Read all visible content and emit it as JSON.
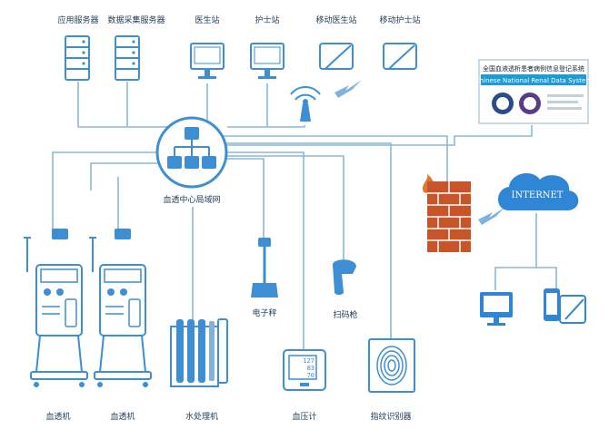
{
  "top_devices": [
    {
      "label": "应用服务器",
      "icon": "server-icon"
    },
    {
      "label": "数据采集服务器",
      "icon": "server-icon"
    },
    {
      "label": "医生站",
      "icon": "monitor-icon"
    },
    {
      "label": "护士站",
      "icon": "monitor-icon"
    },
    {
      "label": "移动医生站",
      "icon": "tablet-icon"
    },
    {
      "label": "移动护士站",
      "icon": "tablet-icon"
    }
  ],
  "hub": {
    "label": "血透中心局域网",
    "icon": "network-hub-icon"
  },
  "bottom_devices": [
    {
      "label": "血透机",
      "icon": "dialysis-machine-icon"
    },
    {
      "label": "血透机",
      "icon": "dialysis-machine-icon"
    },
    {
      "label": "水处理机",
      "icon": "water-treatment-icon"
    },
    {
      "label": "电子秤",
      "icon": "scale-icon"
    },
    {
      "label": "扫码枪",
      "icon": "barcode-scanner-icon"
    },
    {
      "label": "血压计",
      "icon": "blood-pressure-monitor-icon"
    },
    {
      "label": "指纹识别器",
      "icon": "fingerprint-reader-icon"
    }
  ],
  "registry_panel": {
    "title_cn": "全国血液透析患者病例信息登记系统",
    "title_en": "Chinese National Renal Data System"
  },
  "bp_reading": [
    "127",
    "83",
    "70"
  ],
  "internet": {
    "label": "INTERNET",
    "icon": "cloud-icon"
  },
  "firewall": {
    "icon": "firewall-icon"
  },
  "wireless": {
    "icon": "antenna-icon"
  },
  "colors": {
    "device_blue": "#3d8ed3",
    "line_blue": "#8ab8d8",
    "firewall": "#c8542a",
    "cloud": "#2e86d4",
    "label": "#1f3b57"
  }
}
